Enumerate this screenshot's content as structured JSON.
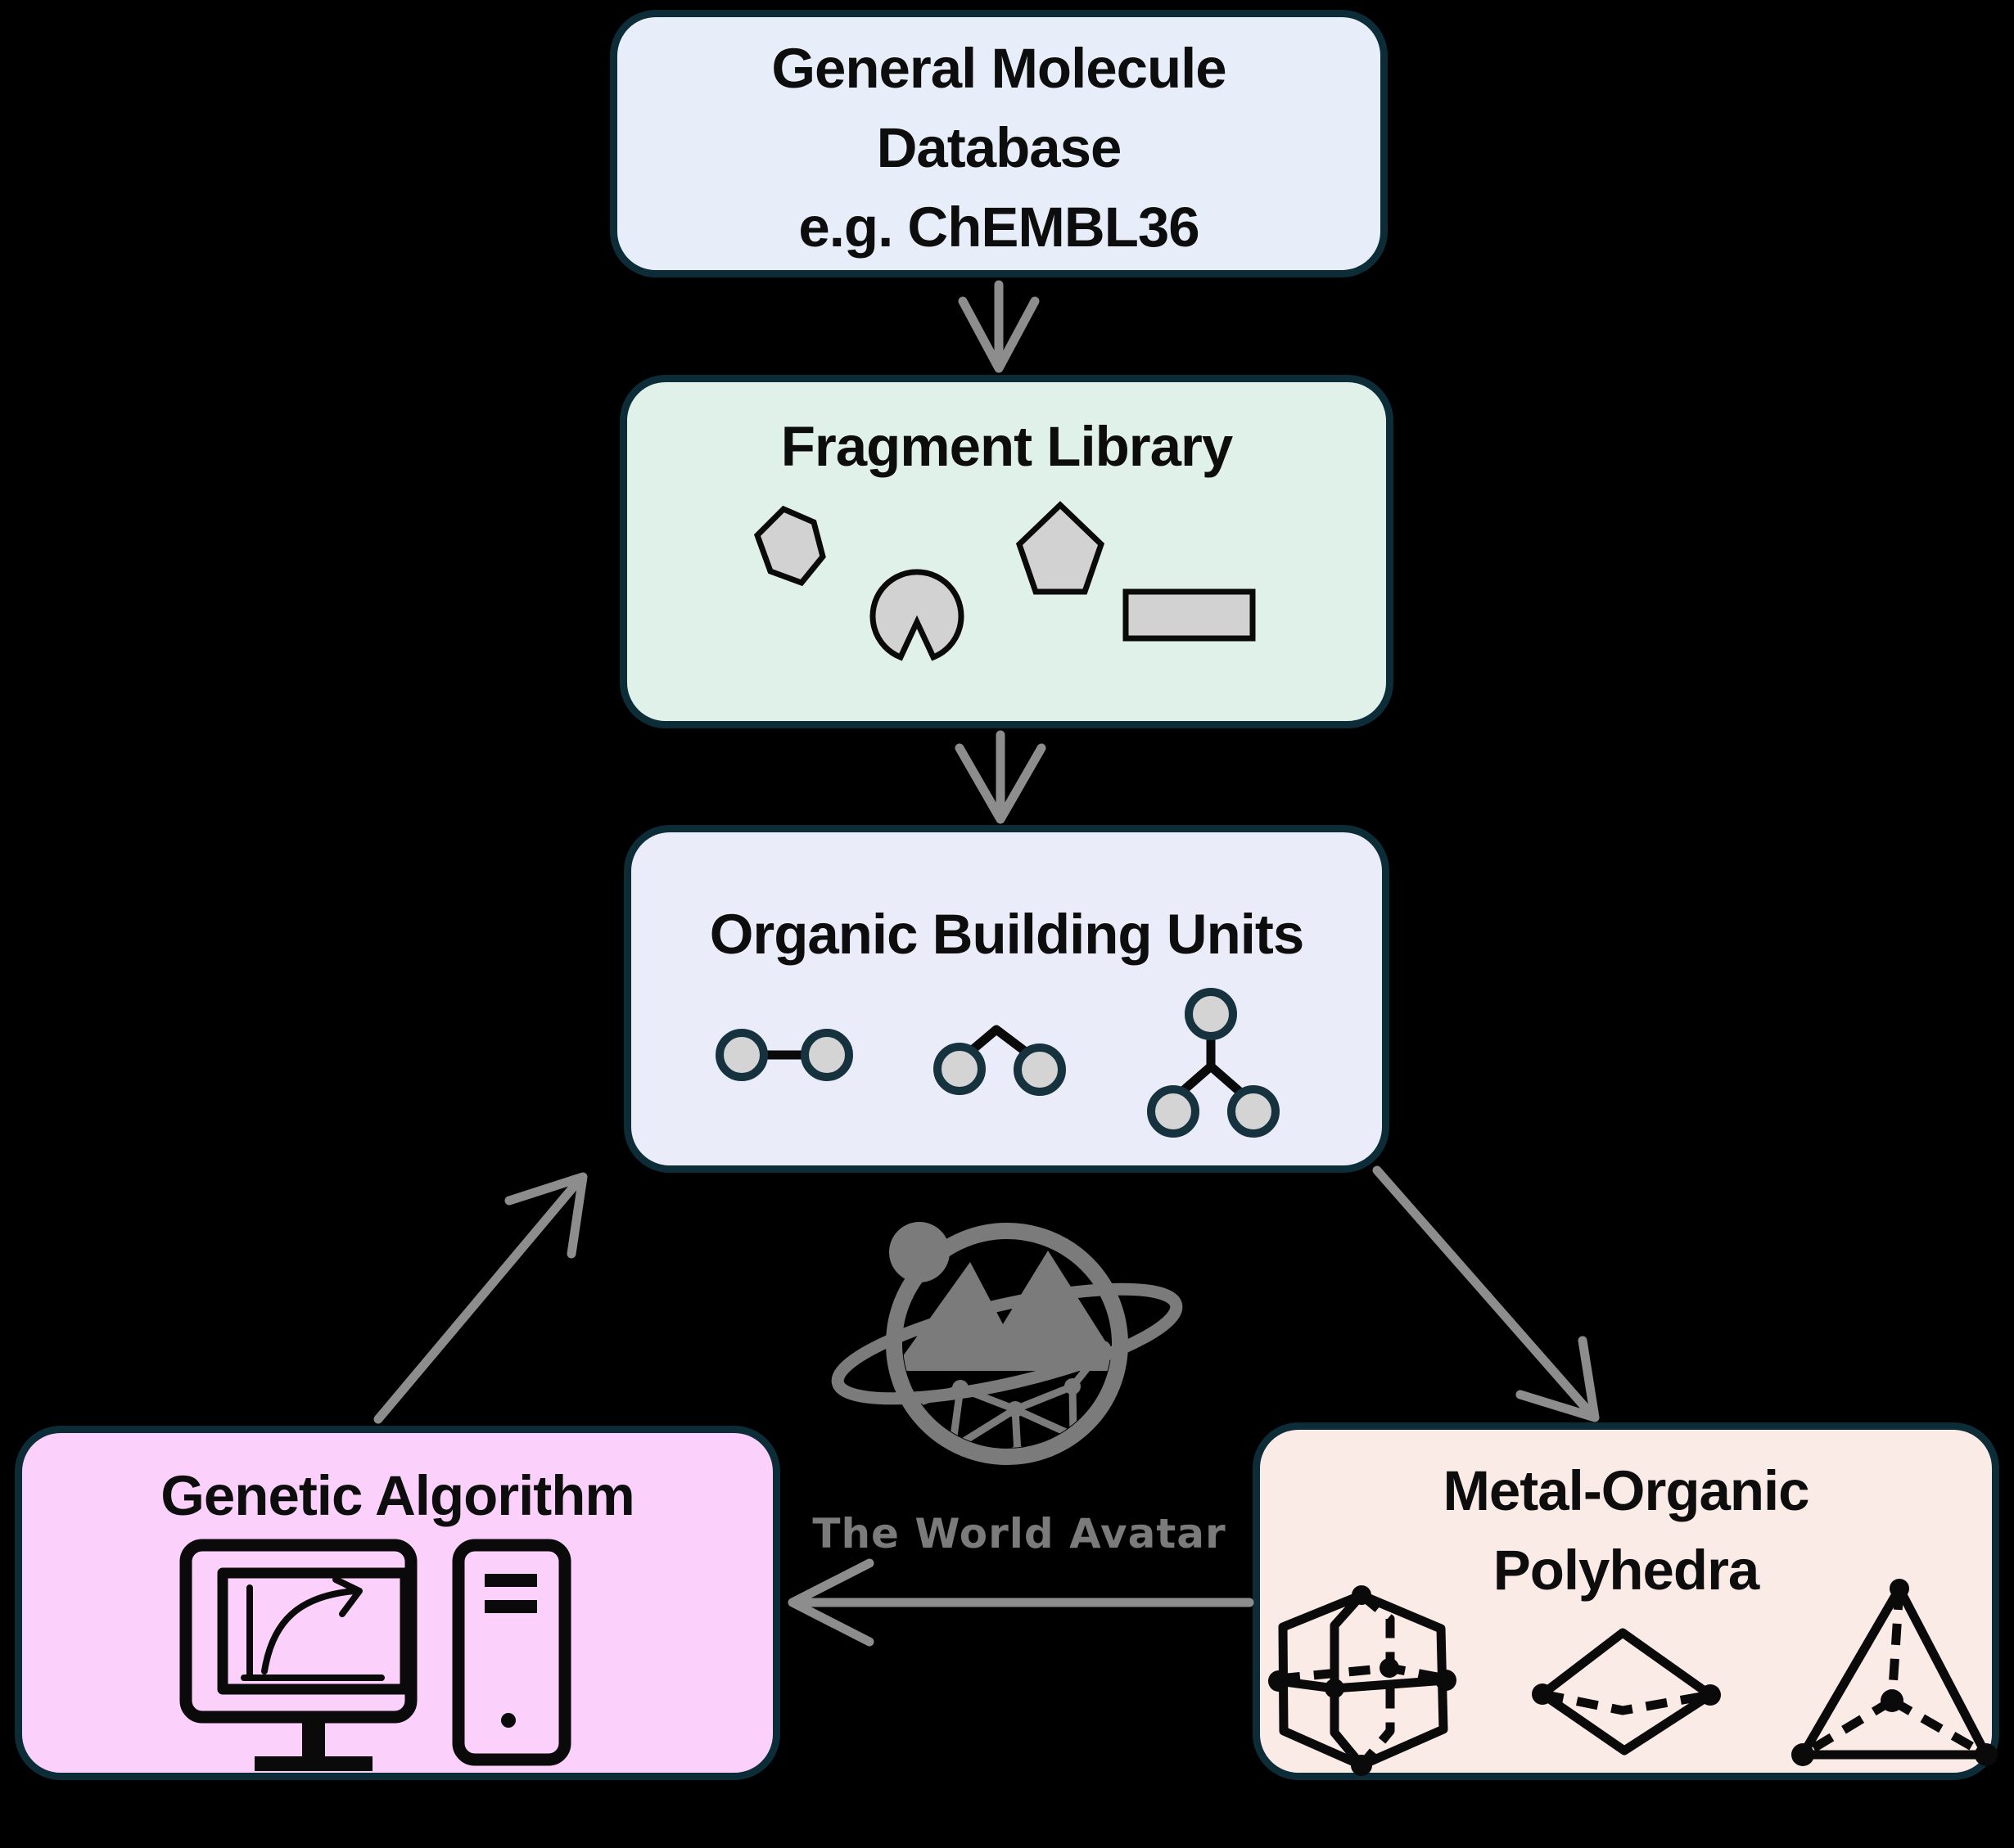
{
  "nodes": {
    "general_molecule_database": {
      "lines": [
        "General Molecule",
        "Database",
        "e.g. ChEMBL36"
      ],
      "fill": "#e7eefa"
    },
    "fragment_library": {
      "title": "Fragment Library",
      "fill": "#dff1e9",
      "icons": [
        "fragment-hexagon-icon",
        "fragment-pacman-icon",
        "fragment-pentagon-icon",
        "fragment-rectangle-icon"
      ]
    },
    "organic_building_units": {
      "title": "Organic Building Units",
      "fill": "#ebecfa",
      "icons": [
        "ditopic-linker-icon",
        "bent-linker-icon",
        "tritopic-linker-icon"
      ]
    },
    "genetic_algorithm": {
      "title": "Genetic Algorithm",
      "fill": "#fbd0fb",
      "icons": [
        "monitor-growth-chart-icon",
        "computer-tower-icon"
      ]
    },
    "metal_organic_polyhedra": {
      "lines": [
        "Metal-Organic",
        "Polyhedra"
      ],
      "fill": "#faebe7",
      "icons": [
        "hexagonal-cage-icon",
        "diamond-polyhedron-icon",
        "tetrahedron-icon"
      ]
    }
  },
  "logo": {
    "label": "The World Avatar",
    "icon": "world-avatar-globe-icon"
  },
  "arrows": [
    "database-to-fragment-library",
    "fragment-library-to-building-units",
    "genetic-algorithm-to-building-units",
    "building-units-to-polyhedra",
    "polyhedra-to-genetic-algorithm"
  ],
  "colors": {
    "border_color": "#0c2c38",
    "arrow_color": "#8d8d8d",
    "text_color": "#0d0d0d",
    "icon_black": "#0a0a0a",
    "fragment_fill": "#d2d2d2",
    "unit_fill": "#d4d4d4",
    "unit_stroke": "#16323e",
    "logo_gray": "#7b7b7b"
  }
}
